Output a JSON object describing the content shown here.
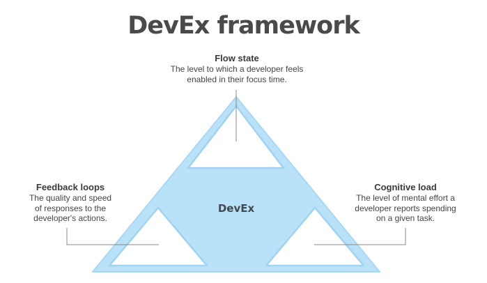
{
  "title": "DevEx framework",
  "center_label": "DevEx",
  "colors": {
    "title": "#4a4a4a",
    "triangle_fill": "#b9e1f7",
    "triangle_stroke": "#9fd3f1",
    "inner_fill": "#ffffff",
    "leader_line": "#8a8a8a"
  },
  "dimensions": [
    {
      "id": "flow-state",
      "title": "Flow state",
      "description_lines": [
        "The level to which a developer feels",
        "enabled in their focus time."
      ]
    },
    {
      "id": "feedback-loops",
      "title": "Feedback loops",
      "description_lines": [
        "The quality and speed",
        "of responses to the",
        "developer's actions."
      ]
    },
    {
      "id": "cognitive-load",
      "title": "Cognitive load",
      "description_lines": [
        "The level of mental effort a",
        "developer reports spending",
        "on a given task."
      ]
    }
  ]
}
